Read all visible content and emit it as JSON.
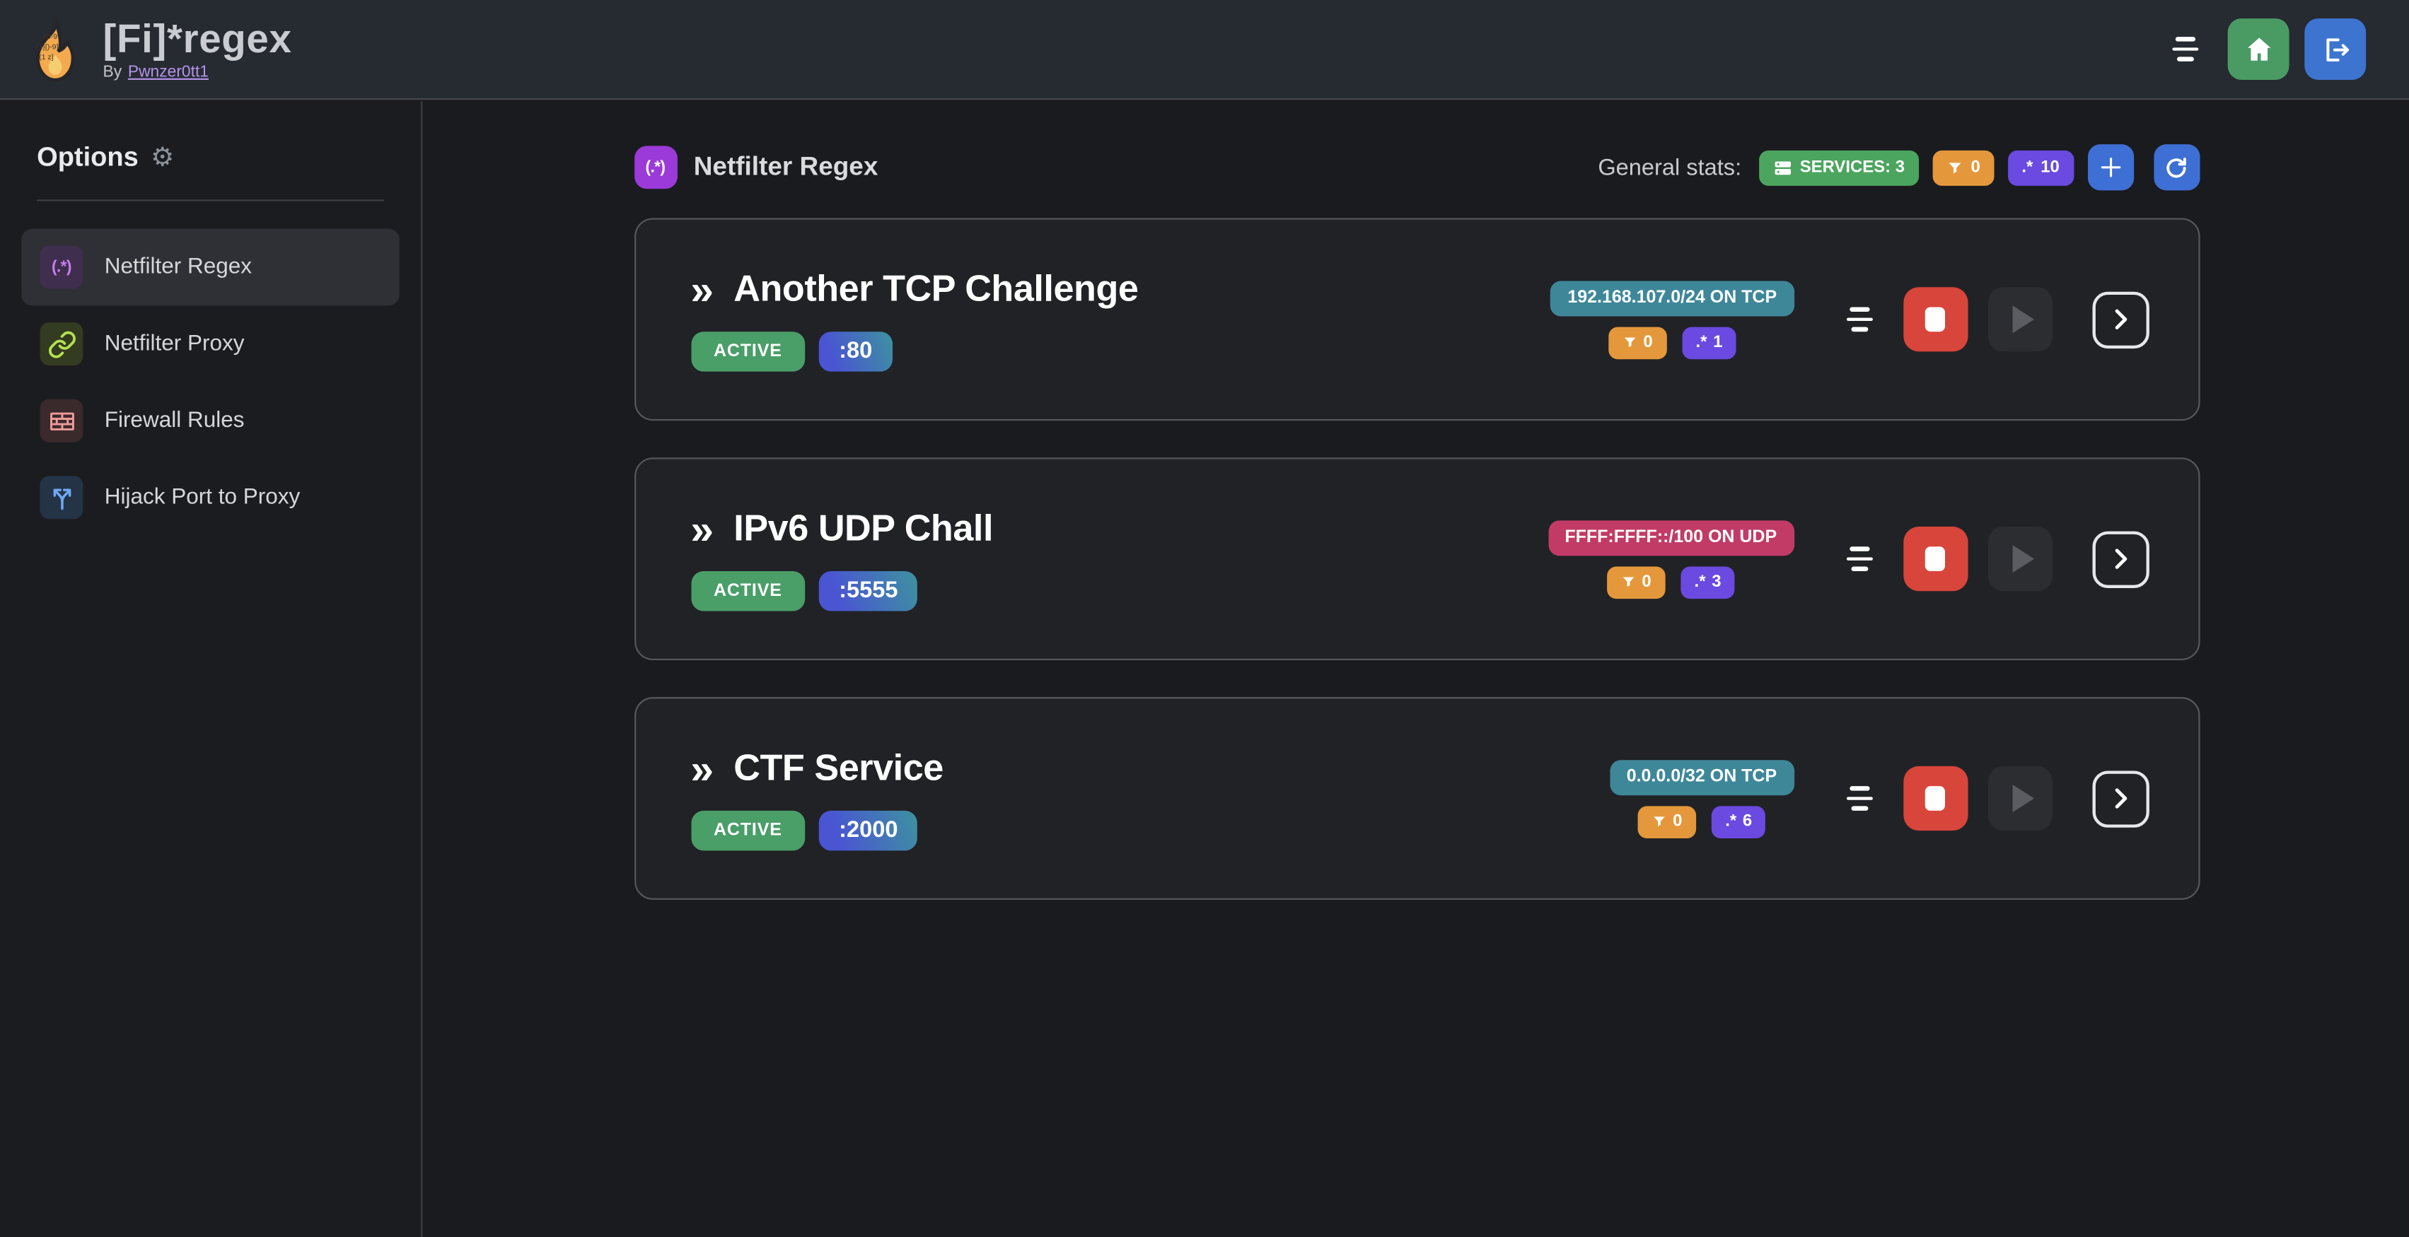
{
  "app": {
    "title": "[Fi]*regex",
    "byline_prefix": "By",
    "byline_link": "Pwnzer0tt1"
  },
  "sidebar": {
    "heading": "Options",
    "gear": "⚙",
    "items": [
      {
        "label": "Netfilter Regex",
        "glyph": "(.*)"
      },
      {
        "label": "Netfilter Proxy"
      },
      {
        "label": "Firewall Rules"
      },
      {
        "label": "Hijack Port to Proxy"
      }
    ]
  },
  "content": {
    "section_glyph": "(.*)",
    "section_title": "Netfilter Regex",
    "stats_label": "General stats:",
    "services_badge": "SERVICES: 3",
    "filters_total": "0",
    "regex_icon": ".*",
    "regex_total": "10"
  },
  "services": [
    {
      "chevron": "»",
      "name": "Another TCP Challenge",
      "status": "ACTIVE",
      "port": ":80",
      "target": "192.168.107.0/24 ON TCP",
      "proto": "tcp",
      "filters": "0",
      "regex_icon": ".*",
      "regexes": "1"
    },
    {
      "chevron": "»",
      "name": "IPv6 UDP Chall",
      "status": "ACTIVE",
      "port": ":5555",
      "target": "FFFF:FFFF::/100 ON UDP",
      "proto": "udp",
      "filters": "0",
      "regex_icon": ".*",
      "regexes": "3"
    },
    {
      "chevron": "»",
      "name": "CTF Service",
      "status": "ACTIVE",
      "port": ":2000",
      "target": "0.0.0.0/32 ON TCP",
      "proto": "tcp",
      "filters": "0",
      "regex_icon": ".*",
      "regexes": "6"
    }
  ],
  "colors": {
    "header_bg": "#262a31",
    "page_bg": "#1a1b1f",
    "card_bg": "#212226",
    "status_green": "#4a9e68",
    "services_green": "#4ba55e",
    "orange": "#e4983b",
    "violet": "#6a4ae0",
    "blue": "#3e6fd4",
    "teal": "#3e8799",
    "pink": "#c23b67",
    "red": "#d8453a",
    "accent_purple": "#9b3ad8",
    "link_purple": "#b493ea"
  }
}
